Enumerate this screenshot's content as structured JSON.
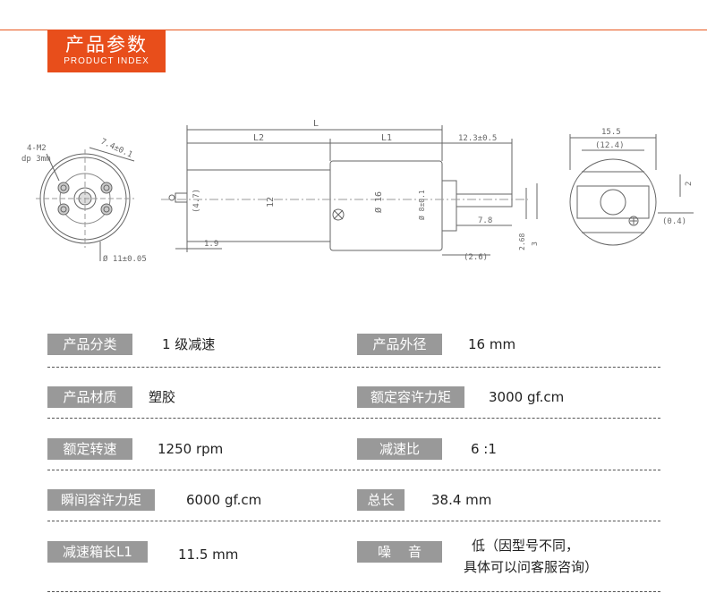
{
  "header": {
    "title_cn": "产品参数",
    "title_en": "PRODUCT INDEX"
  },
  "drawing": {
    "front_labels": [
      "4-M2",
      "dp 3mm",
      "7.4±0.1",
      "Ø 11±0.05"
    ],
    "side_labels": [
      "L",
      "L2",
      "L1",
      "12.3±0.5",
      "(4.7)",
      "12",
      "Ø 16",
      "Ø 8±0.1",
      "7.8",
      "2.68",
      "3",
      "1.9",
      "(2.6)"
    ],
    "end_labels": [
      "15.5",
      "(12.4)",
      "2",
      "(0.4)"
    ]
  },
  "specs": [
    {
      "l_label": "产品分类",
      "l_value": "1 级减速",
      "r_label": "产品外径",
      "r_value": "16 mm"
    },
    {
      "l_label": "产品材质",
      "l_value": "塑胶",
      "r_label": "额定容许力矩",
      "r_value": "3000 gf.cm"
    },
    {
      "l_label": "额定转速",
      "l_value": "1250 rpm",
      "r_label": "减速比",
      "r_value": "6 :1"
    },
    {
      "l_label": "瞬间容许力矩",
      "l_value": "6000 gf.cm",
      "r_label": "总长",
      "r_value": "38.4 mm"
    },
    {
      "l_label": "减速箱长L1",
      "l_value": "11.5 mm",
      "r_label": "噪    音",
      "r_value_line1": "低（因型号不同，",
      "r_value_line2": "具体可以问客服咨询）"
    }
  ]
}
